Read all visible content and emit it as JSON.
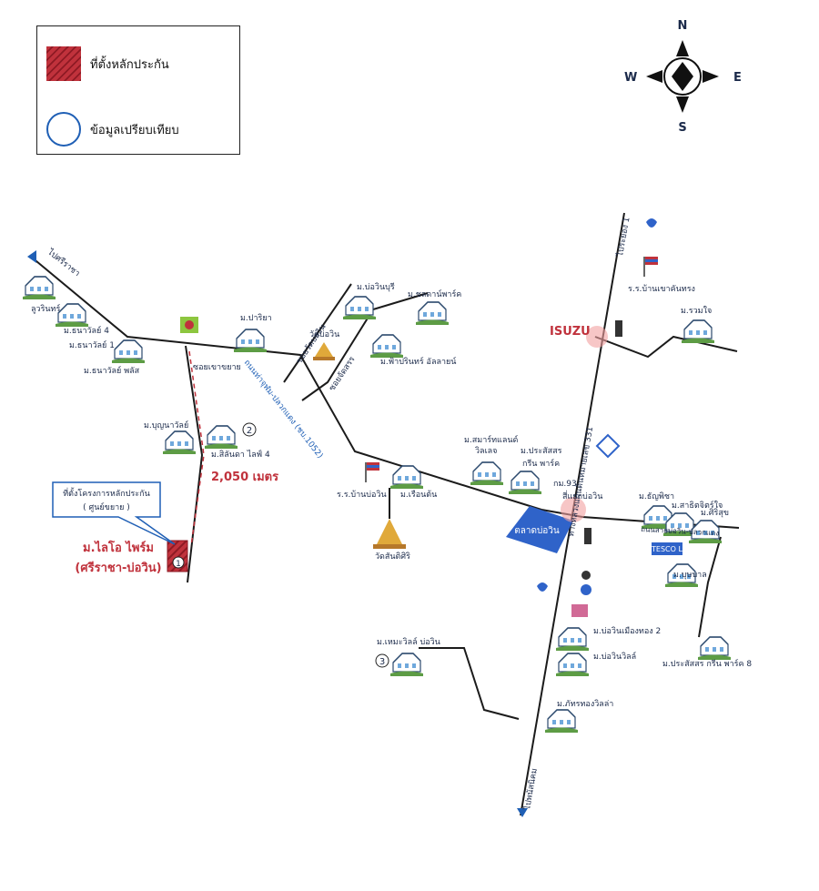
{
  "legend": {
    "collateral_label": "ที่ตั้งหลักประกัน",
    "comparison_label": "ข้อมูลเปรียบเทียบ"
  },
  "compass": {
    "n": "N",
    "s": "S",
    "e": "E",
    "w": "W"
  },
  "roads": {
    "to_sriracha": "ไปศรีราชา",
    "to_bo_win_road": "ถนนท่าจุฬม-ปลวกแดง (ชบ.1052)",
    "khao_kho_road": "ซอยเขาขยาย",
    "bo_win_soi": "ซอยวัดบ่อวิน",
    "to_rayong": "ไประยอง 1",
    "highway_331": "ทางหลวงแผ่นดินหมายเลข 331",
    "to_phanat": "ไปพนัสนิคม",
    "km93": "กม.93",
    "local_road": "ถนนสายบ่อวิน-ปลวกแดง",
    "soi_right": "ซอยจัดสรร"
  },
  "labels": {
    "lopburi": "ลูวรินทร์",
    "thanawat4": "ม.ธนาวัลย์ 4",
    "thanawat1": "ม.ธนาวัลย์ 1",
    "thanawat_plus": "ม.ธนาวัลย์ พลัส",
    "pariya": "ม.ปาริยา",
    "bunyawat": "ม.บุญนาวัลย์",
    "silanda": "ม.สิลันดา ไลฟ์ 4",
    "bowin_buri": "ม.บ่อวินบุรี",
    "chonlada": "ม.ชลดาน์พาร์ค",
    "wat_bowin": "วัดบ่อวิน",
    "fah_parin": "ม.ฟ้าปรินทร์ อัลลายน์",
    "smart_land": "ม.สมาร์ทแลนด์",
    "smart_land2": "วิลเลจ",
    "prasat": "ม.ประสัสสร",
    "prasat2": "กรีน พาร์ค",
    "school_bowin": "ร.ร.บ้านบ่อวิน",
    "ruean_ton": "ม.เรือนต้น",
    "wat_san_sirichai": "วัดสันติศิริ",
    "market": "ตลาดบ่อวิน",
    "tanyatip": "ม.ธัญพิชา",
    "sathit": "ม.สาธิตจิตร์ใจ",
    "siri": "ม.ศิริสุข",
    "busaba": "ม.บุษบาล",
    "bowin_muang_thong": "ม.บ่อวินเมืองทอง 2",
    "bowin_ville": "ม.บ่อวินวิลล์",
    "prasat8": "ม.ประสัสสร กรีน พาร์ค 8",
    "nattawat": "ม.ภัทรทองวิลล่า",
    "hema": "ม.เหมะวิลล์ บ่อวิน",
    "school_ban_sak": "ร.ร.บ้านเขาคันทรง",
    "rawin": "ม.รวมใจ",
    "isuzu": "ISUZU",
    "distance": "2,050 เมตร",
    "junction": "สี่แยกบ่อวิน",
    "tesco": "TESCO Lotus"
  },
  "callout": {
    "line1": "ที่ตั้งโครงการหลักประกัน",
    "line2": "( ศูนย์ขยาย )",
    "project_name": "ม.ไลโอ ไพร์ม",
    "project_sub": "(ศรีราชา-บ่อวิน)"
  },
  "markers": {
    "m1": "1",
    "m2": "2",
    "m3": "3"
  },
  "colors": {
    "road": "#1b1b1b",
    "accent_red": "#c0323c",
    "market_blue": "#2f63c9",
    "house_green": "#5d9c45"
  }
}
